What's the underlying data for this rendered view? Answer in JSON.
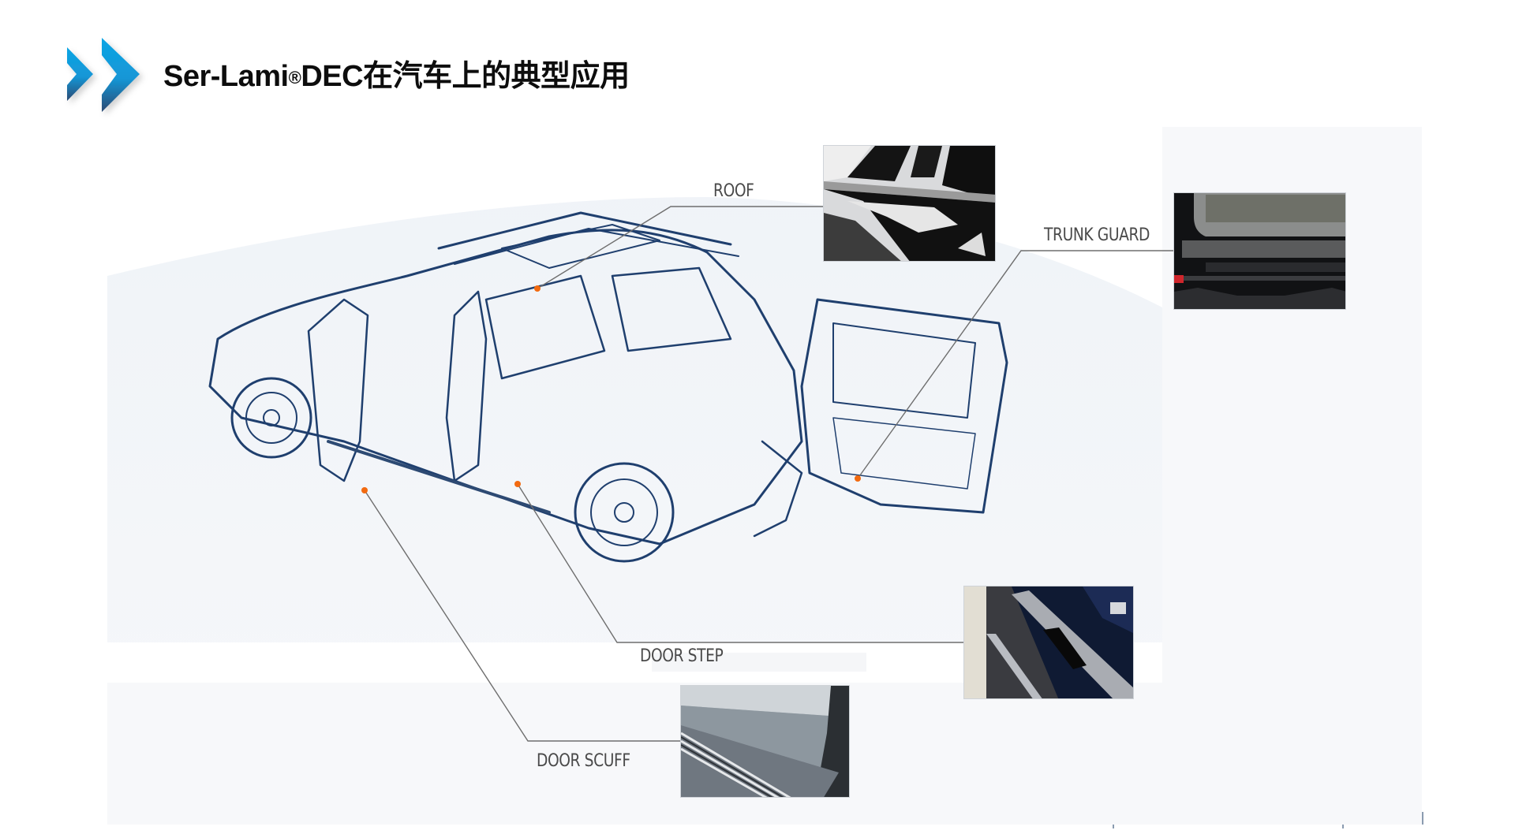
{
  "header": {
    "title_prefix": "Ser-Lami",
    "title_registered": "®",
    "title_suffix": "DEC在汽车上的典型应用",
    "icon": "double-chevron-right-icon",
    "accent_colors": {
      "chevron_top": "#0ea5e4",
      "chevron_bottom": "#2d4a73"
    }
  },
  "diagram": {
    "subject": "SUV line sketch with open doors and tailgate",
    "sketch_color": "#1f3f6e",
    "marker_color": "#f26a10",
    "leader_line_color": "#6e6e6e",
    "callouts": [
      {
        "id": "roof",
        "label": "ROOF",
        "photo": "glossy black roof trim close-up"
      },
      {
        "id": "trunk",
        "label": "TRUNK GUARD",
        "photo": "rear trunk sill guard close-up"
      },
      {
        "id": "doorstep",
        "label": "DOOR STEP",
        "photo": "illuminated door step plate close-up"
      },
      {
        "id": "doorscuff",
        "label": "DOOR SCUFF",
        "photo": "side running board close-up"
      }
    ]
  }
}
